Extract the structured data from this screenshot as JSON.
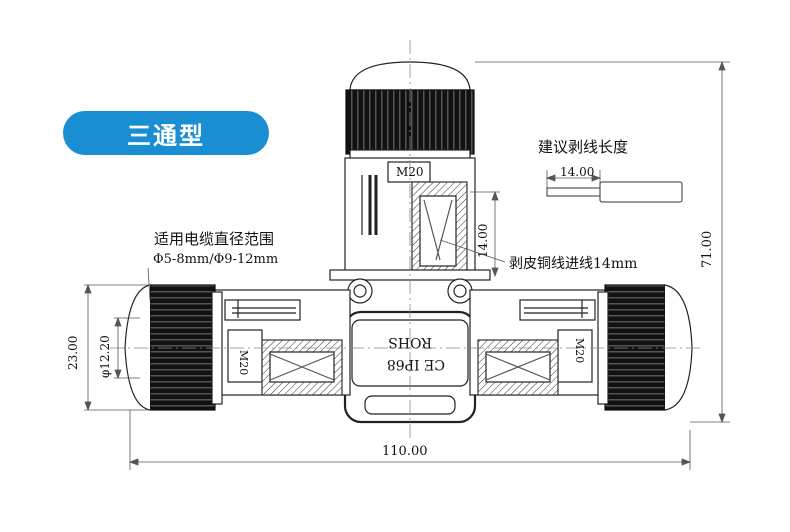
{
  "badge": {
    "label": "三通型"
  },
  "labels": {
    "strip_length_advice": "建议剥线长度",
    "cable_range_title": "适用电缆直径范围",
    "cable_range_values": "Φ5-8mm/Φ9-12mm",
    "copper_strip_note": "剥皮铜线进线14mm"
  },
  "dimensions": {
    "strip_len": "14.00",
    "inner_len": "14.00",
    "total_height": "71.00",
    "side_height": "23.00",
    "cable_dia": "φ12.20",
    "total_width": "110.00"
  },
  "markings": {
    "thread_top": "M20",
    "thread_left": "M20",
    "thread_right": "M20",
    "body_line1": "CE IP68",
    "body_line2": "ROHS"
  },
  "colors": {
    "badge": "#1a8ed3",
    "line": "#222222",
    "dim_line": "#555555"
  }
}
